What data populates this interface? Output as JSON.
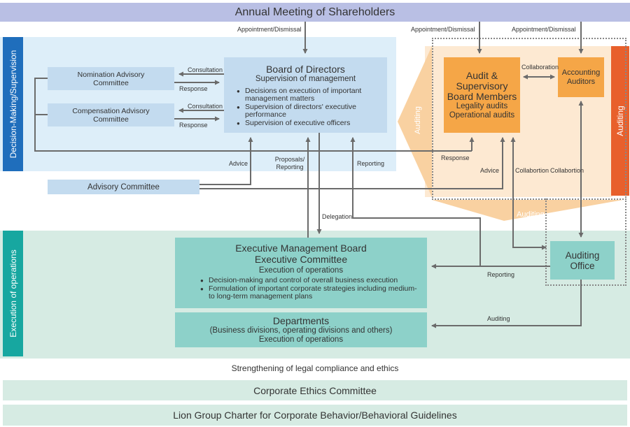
{
  "top_bar": "Annual Meeting of Shareholders",
  "side_labels": {
    "decision": "Decision-Making/Supervision",
    "execution": "Execution of operations"
  },
  "auditing_labels": {
    "right_bar": "Auditing",
    "triangle_left": "Auditing",
    "triangle_bottom": "Auditing"
  },
  "committees": {
    "nomination": "Nomination Advisory Committee",
    "compensation": "Compensation Advisory Committee",
    "advisory": "Advisory Committee"
  },
  "board": {
    "title": "Board of Directors",
    "subtitle": "Supervision of management",
    "bullets": [
      "Decisions on execution of important management matters",
      "Supervision of directors' executive performance",
      "Supervision of executive officers"
    ]
  },
  "audit_board": {
    "title": "Audit & Supervisory Board Members",
    "lines": [
      "Legality audits",
      "Operational audits"
    ]
  },
  "accounting": "Accounting Auditors",
  "auditing_office": "Auditing Office",
  "exec_board": {
    "title1": "Executive Management Board",
    "title2": "Executive Committee",
    "subtitle": "Execution of operations",
    "bullets": [
      "Decision-making and control of overall business execution",
      "Formulation of important corporate strategies including medium- to long-term management plans"
    ]
  },
  "departments": {
    "title": "Departments",
    "line1": "(Business divisions, operating divisions and others)",
    "line2": "Execution of operations"
  },
  "strengthening": "Strengthening of legal compliance and ethics",
  "ethics": "Corporate Ethics Committee",
  "charter": "Lion Group Charter for Corporate Behavior/Behavioral Guidelines",
  "arrow_labels": {
    "appointment1": "Appointment/Dismissal",
    "appointment2": "Appointment/Dismissal",
    "appointment3": "Appointment/Dismissal",
    "consultation1": "Consultation",
    "response1": "Response",
    "consultation2": "Consultation",
    "response2": "Response",
    "collaboration": "Collaboration",
    "advice_left": "Advice",
    "proposals": "Proposals/ Reporting",
    "reporting_board": "Reporting",
    "response_audit": "Response",
    "advice_audit": "Advice",
    "collab1": "Collabortion",
    "collab2": "Collabortion",
    "delegation": "Delegation",
    "reporting_office": "Reporting",
    "auditing_dept": "Auditing"
  },
  "colors": {
    "top_band": "#b9bfe4",
    "decision_area": "#ddeef9",
    "decision_side": "#1f6ebc",
    "committee_box": "#c3dbef",
    "execution_area": "#d6ebe3",
    "execution_side": "#17a7a0",
    "exec_box": "#8dd1c9",
    "audit_orange": "#f5a647",
    "auditing_red": "#e8602c",
    "audit_light": "#fde9d2",
    "audit_triangle": "#f9d1a1",
    "bottom_band": "#d6ebe3"
  }
}
